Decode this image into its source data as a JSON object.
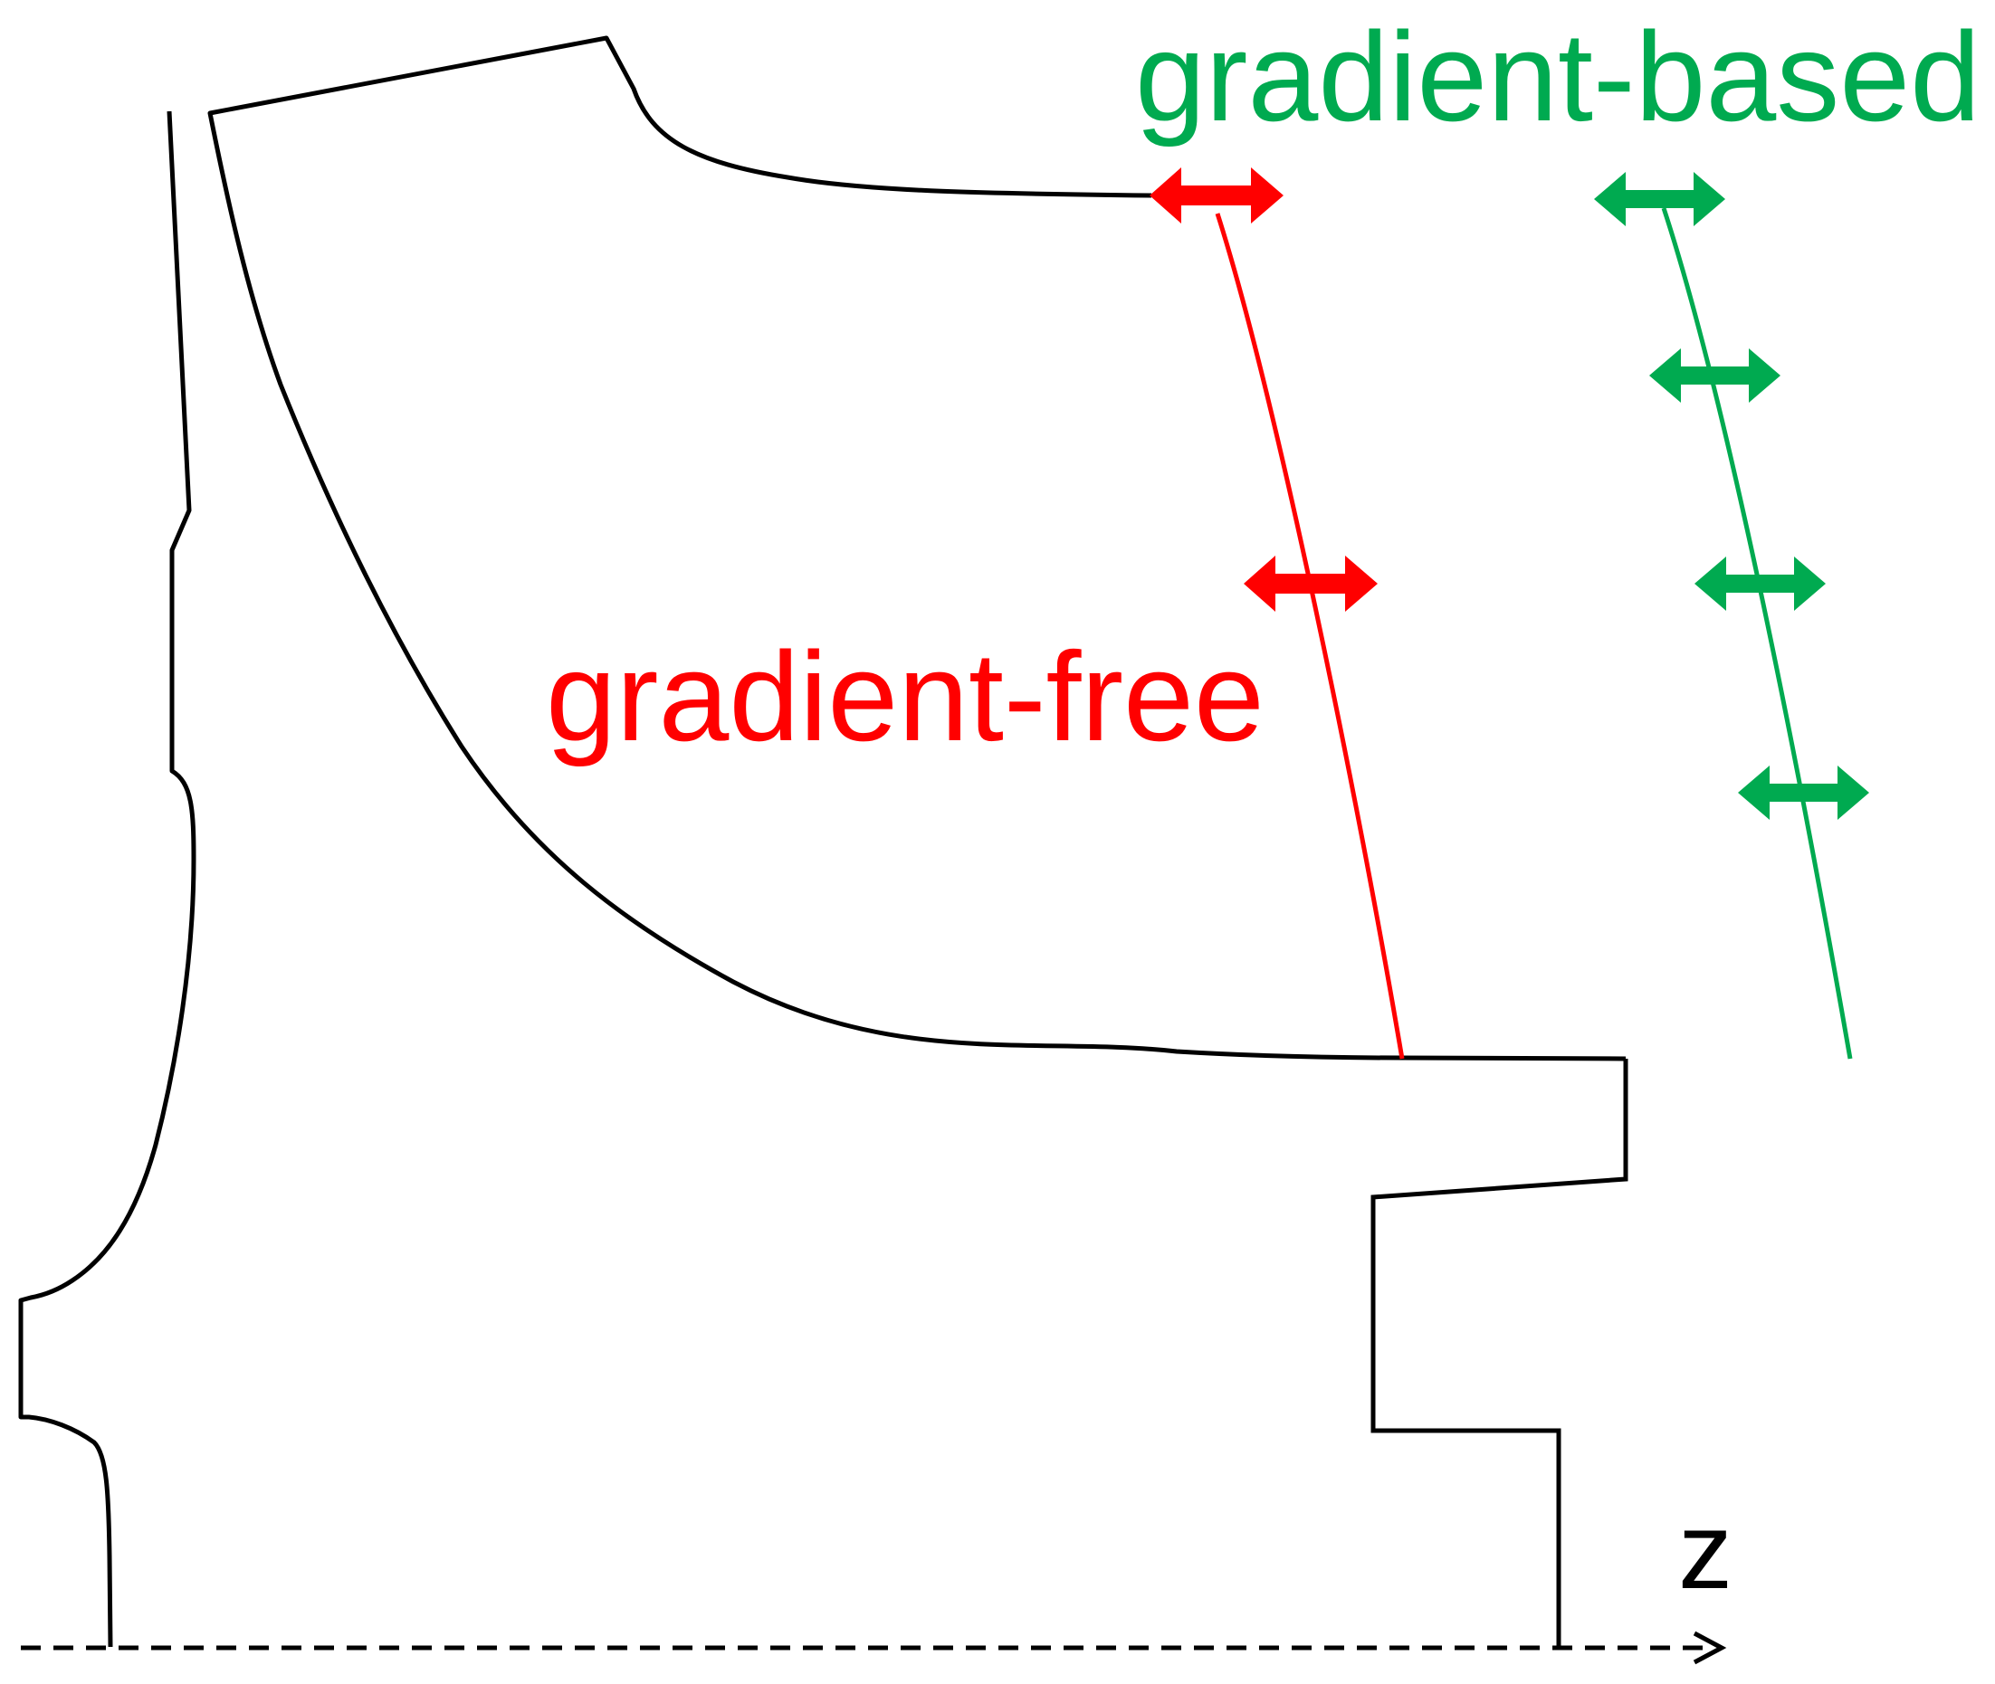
{
  "labels": {
    "gradient_based": "gradient-based",
    "gradient_free": "gradient-free",
    "axis": "z"
  },
  "colors": {
    "outline": "#000000",
    "gradient_free": "#ff0000",
    "gradient_based": "#00aa50"
  },
  "icons": {
    "double_arrow": "double-arrow-icon",
    "axis_arrow": "arrow-right-icon"
  },
  "controls": {
    "gradient_free_count": 2,
    "gradient_based_count": 4
  }
}
